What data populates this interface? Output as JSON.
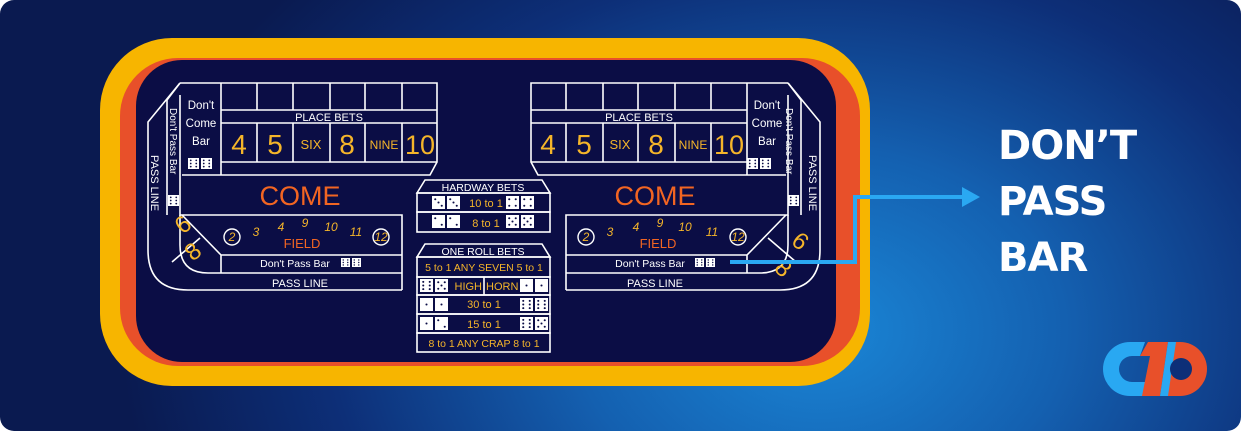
{
  "colors": {
    "rail_outer": "#f7b500",
    "rail_inner": "#e8502a",
    "felt": "#0b0d45",
    "lines": "#ffffff",
    "numbers": "#f5b52a",
    "come": "#f26522",
    "arrow": "#2aa8f2",
    "logo_blue": "#29a8f2",
    "logo_red": "#e8502a"
  },
  "table": {
    "dont_come_bar": [
      "Don't",
      "Come",
      "Bar"
    ],
    "place_bets": "PLACE BETS",
    "place_numbers": [
      "4",
      "5",
      "SIX",
      "8",
      "NINE",
      "10"
    ],
    "come": "COME",
    "field": "FIELD",
    "field_numbers": [
      "2",
      "3",
      "4",
      "9",
      "10",
      "11",
      "12"
    ],
    "big_6": "6",
    "big_8": "8",
    "dont_pass_bar": "Don't Pass Bar",
    "pass_line": "PASS LINE",
    "dont_pass_bar_vertical": "Don't Pass Bar",
    "pass_line_vertical": "PASS LINE"
  },
  "hardway": {
    "title": "HARDWAY BETS",
    "rows": [
      {
        "label": "10 to 1",
        "left": [
          3,
          3
        ],
        "right": [
          4,
          4
        ]
      },
      {
        "label": "8 to 1",
        "left": [
          2,
          2
        ],
        "right": [
          5,
          5
        ]
      }
    ]
  },
  "one_roll": {
    "title": "ONE ROLL BETS",
    "any_seven": "5 to 1 ANY SEVEN 5 to 1",
    "high": "HIGH",
    "horn": "HORN",
    "high_dice": [
      6,
      5
    ],
    "horn_dice": [
      1,
      1
    ],
    "rows": [
      {
        "label": "30 to 1",
        "left": [
          1,
          1
        ],
        "right": [
          6,
          6
        ]
      },
      {
        "label": "15 to 1",
        "left": [
          1,
          2
        ],
        "right": [
          6,
          5
        ]
      }
    ],
    "any_crap": "8 to 1 ANY CRAP 8 to 1"
  },
  "callout": {
    "lines": [
      "DON’T",
      "PASS",
      "BAR"
    ],
    "icon": "arrow-right-icon"
  },
  "logo": {
    "icon": "brand-logo"
  }
}
